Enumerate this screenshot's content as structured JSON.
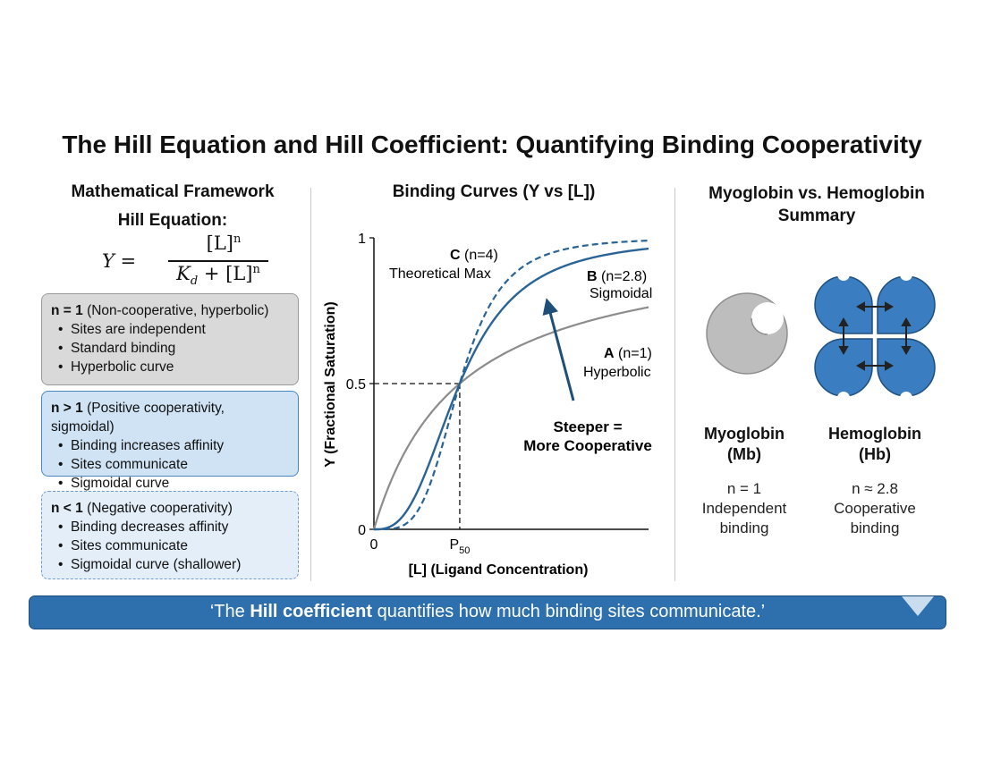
{
  "title": "The Hill Equation and Hill Coefficient: Quantifying Binding Cooperativity",
  "left": {
    "heading": "Mathematical Framework",
    "equation_title": "Hill Equation:",
    "equation": {
      "lhs": "Y =",
      "numerator": "[L]",
      "numerator_exp": "n",
      "denominator_k": "K",
      "denominator_sub": "d",
      "denominator_rest": " + [L]",
      "denominator_exp": "n"
    },
    "boxes": [
      {
        "head_bold": "n = 1",
        "head_rest": " (Non-cooperative, hyperbolic)",
        "items": [
          "Sites are independent",
          "Standard binding",
          "Hyperbolic curve"
        ]
      },
      {
        "head_bold": "n > 1",
        "head_rest": " (Positive cooperativity, sigmoidal)",
        "items": [
          "Binding increases affinity",
          "Sites communicate",
          "Sigmoidal curve"
        ]
      },
      {
        "head_bold": "n < 1",
        "head_rest": " (Negative cooperativity)",
        "items": [
          "Binding decreases affinity",
          "Sites communicate",
          "Sigmoidal curve (shallower)"
        ]
      }
    ]
  },
  "middle": {
    "heading": "Binding Curves (Y vs [L])"
  },
  "chart_data": {
    "type": "line",
    "title": "Binding Curves (Y vs [L])",
    "xlabel": "[L] (Ligand Concentration)",
    "ylabel": "Y (Fractional Saturation)",
    "x_ticks": [
      "0",
      "P50"
    ],
    "y_ticks": [
      "0",
      "0.5",
      "1"
    ],
    "ylim": [
      0,
      1
    ],
    "x_unit_note": "[L] / P50",
    "series": [
      {
        "id": "A",
        "n": 1,
        "label_bold": "A",
        "label_rest": " (n=1)",
        "label_line2": "Hyperbolic",
        "style": "solid",
        "color": "#8c8c8c"
      },
      {
        "id": "B",
        "n": 2.8,
        "label_bold": "B",
        "label_rest": " (n=2.8)",
        "label_line2": "Sigmoidal",
        "style": "solid",
        "color": "#2a6496"
      },
      {
        "id": "C",
        "n": 4,
        "label_bold": "C",
        "label_rest": " (n=4)",
        "label_line2": "Theoretical Max",
        "style": "dashed",
        "color": "#2a6496"
      }
    ],
    "reference": {
      "y": 0.5,
      "x_label": "P",
      "x_label_sub": "50"
    },
    "annotation": {
      "line1": "Steeper =",
      "line2": "More Cooperative"
    }
  },
  "right": {
    "heading_line1": "Myoglobin vs. Hemoglobin",
    "heading_line2": "Summary",
    "proteins": [
      {
        "name_line1": "Myoglobin",
        "name_line2": "(Mb)",
        "n_text": "n = 1",
        "desc_line1": "Independent",
        "desc_line2": "binding",
        "color": "#bdbdbd",
        "icon": "myoglobin-icon"
      },
      {
        "name_line1": "Hemoglobin",
        "name_line2": "(Hb)",
        "n_text": "n ≈ 2.8",
        "desc_line1": "Cooperative",
        "desc_line2": "binding",
        "color": "#3a7dc0",
        "icon": "hemoglobin-icon"
      }
    ]
  },
  "banner": {
    "prefix": "‘The ",
    "bold": "Hill coefficient",
    "suffix": " quantifies how much binding sites communicate.’"
  },
  "colors": {
    "accent_blue": "#2e70ae",
    "curve_blue": "#2a6496",
    "gray": "#8c8c8c"
  }
}
